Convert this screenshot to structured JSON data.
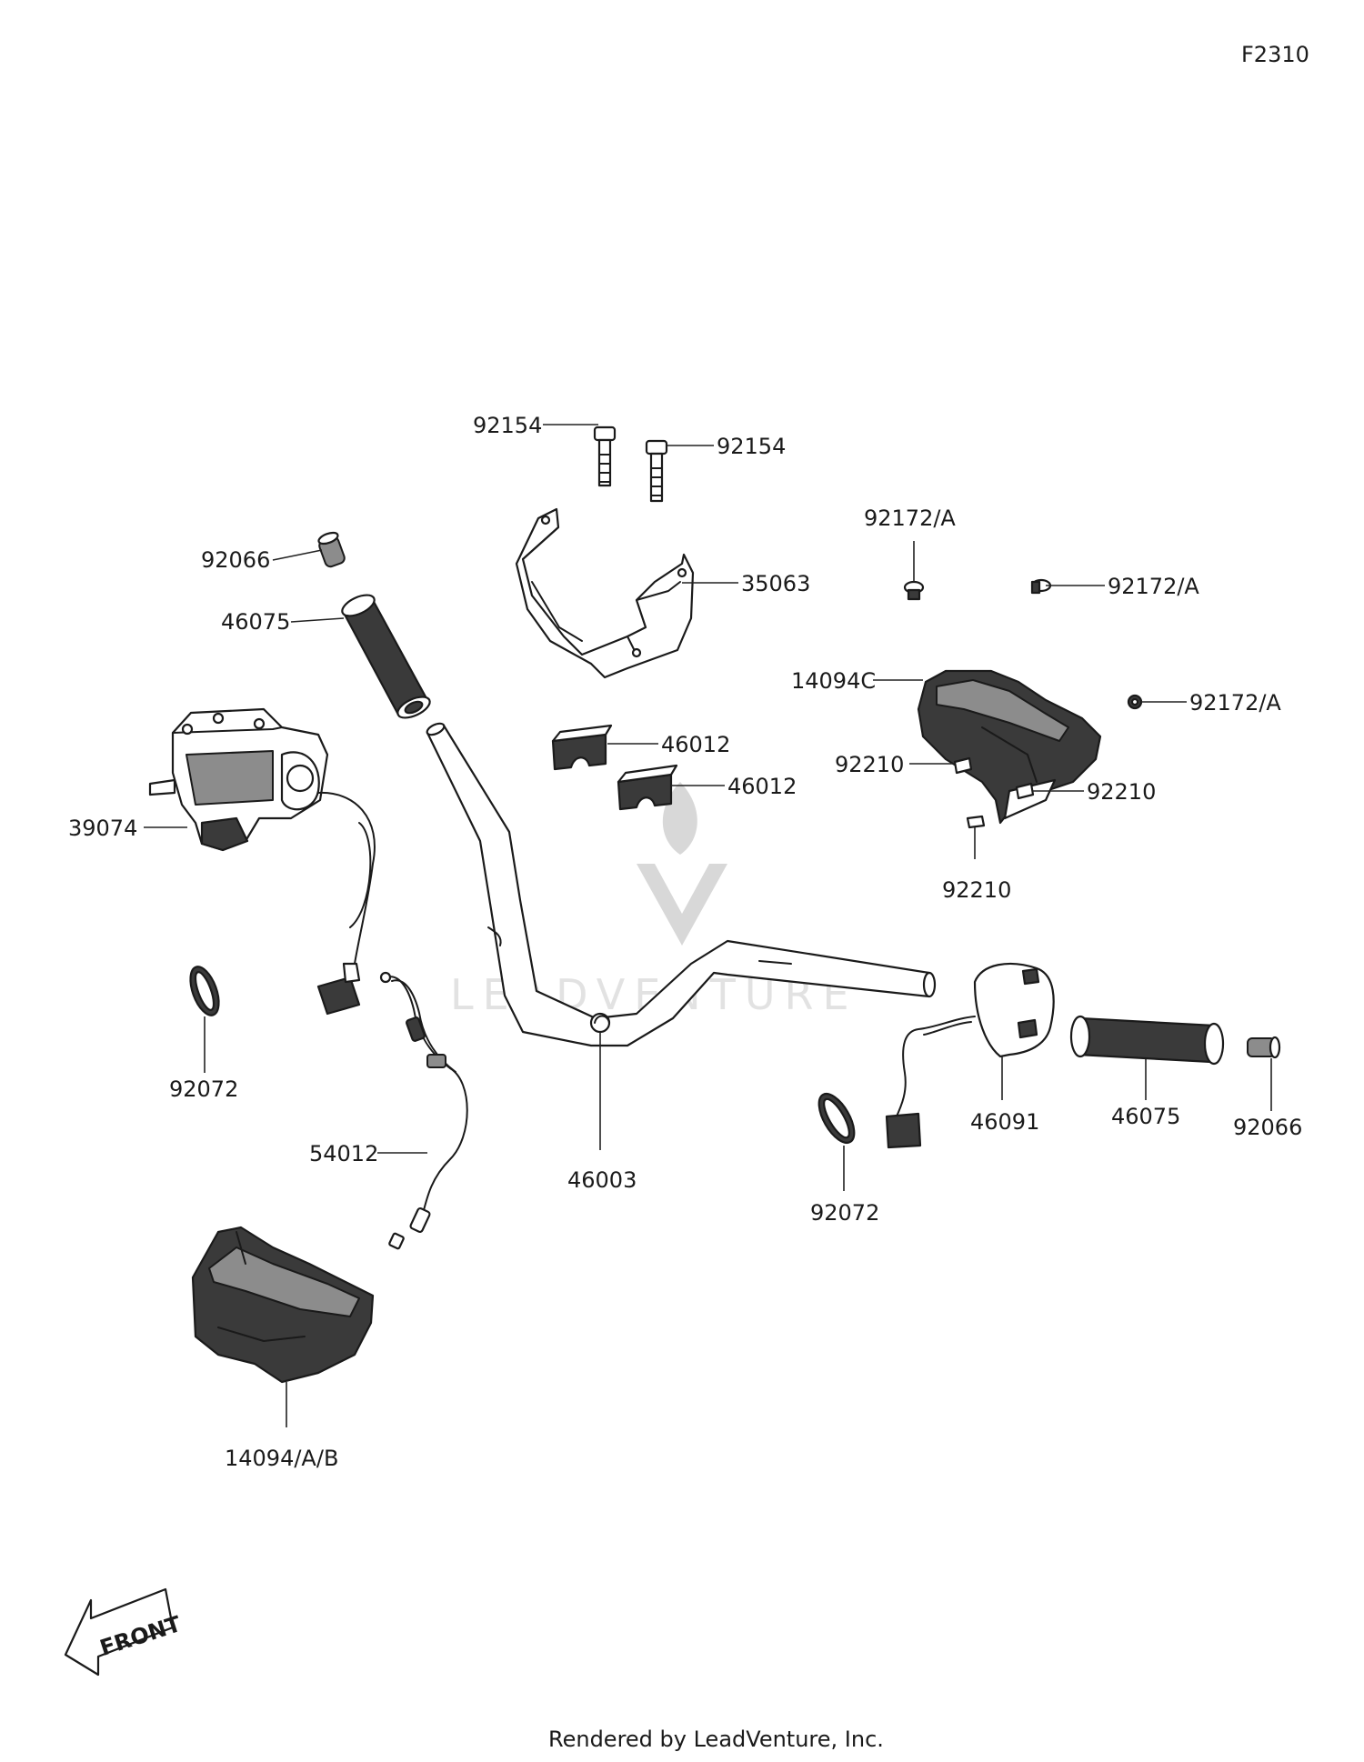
{
  "diagram_code": "F2310",
  "watermark": "LEADVENTURE",
  "front_label": "FRONT",
  "footer": "Rendered by LeadVenture, Inc.",
  "parts": {
    "p92154_a": "92154",
    "p92154_b": "92154",
    "p92066_l": "92066",
    "p46075_l": "46075",
    "p35063": "35063",
    "p92172_a1": "92172/A",
    "p92172_a2": "92172/A",
    "p92172_a3": "92172/A",
    "p14094c": "14094C",
    "p46012_a": "46012",
    "p46012_b": "46012",
    "p39074": "39074",
    "p92210_a": "92210",
    "p92210_b": "92210",
    "p92210_c": "92210",
    "p92072_l": "92072",
    "p54012": "54012",
    "p46003": "46003",
    "p46091": "46091",
    "p46075_r": "46075",
    "p92066_r": "92066",
    "p92072_r": "92072",
    "p14094ab": "14094/A/B"
  }
}
